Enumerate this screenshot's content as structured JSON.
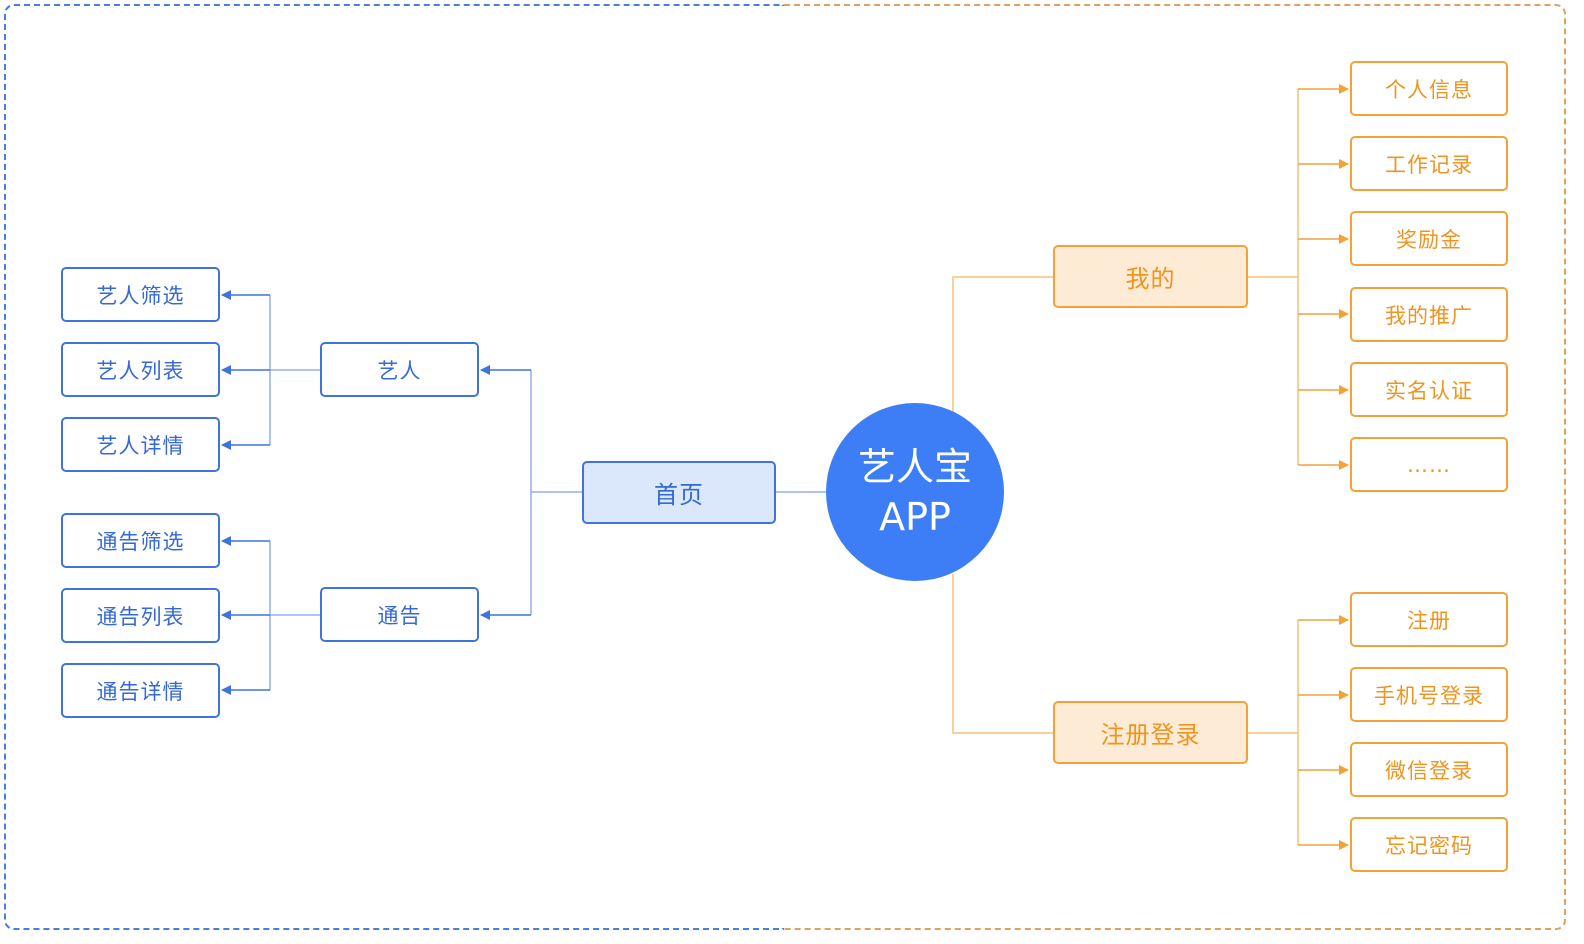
{
  "center": {
    "line1": "艺人宝",
    "line2": "APP"
  },
  "left": {
    "home": "首页",
    "artist": {
      "label": "艺人",
      "children": [
        "艺人筛选",
        "艺人列表",
        "艺人详情"
      ]
    },
    "notice": {
      "label": "通告",
      "children": [
        "通告筛选",
        "通告列表",
        "通告详情"
      ]
    }
  },
  "right": {
    "mine": {
      "label": "我的",
      "children": [
        "个人信息",
        "工作记录",
        "奖励金",
        "我的推广",
        "实名认证",
        "……"
      ]
    },
    "auth": {
      "label": "注册登录",
      "children": [
        "注册",
        "手机号登录",
        "微信登录",
        "忘记密码"
      ]
    }
  },
  "colors": {
    "blue": "#3f74dc",
    "orange": "#f3a23a",
    "center": "#3d7ef6"
  }
}
